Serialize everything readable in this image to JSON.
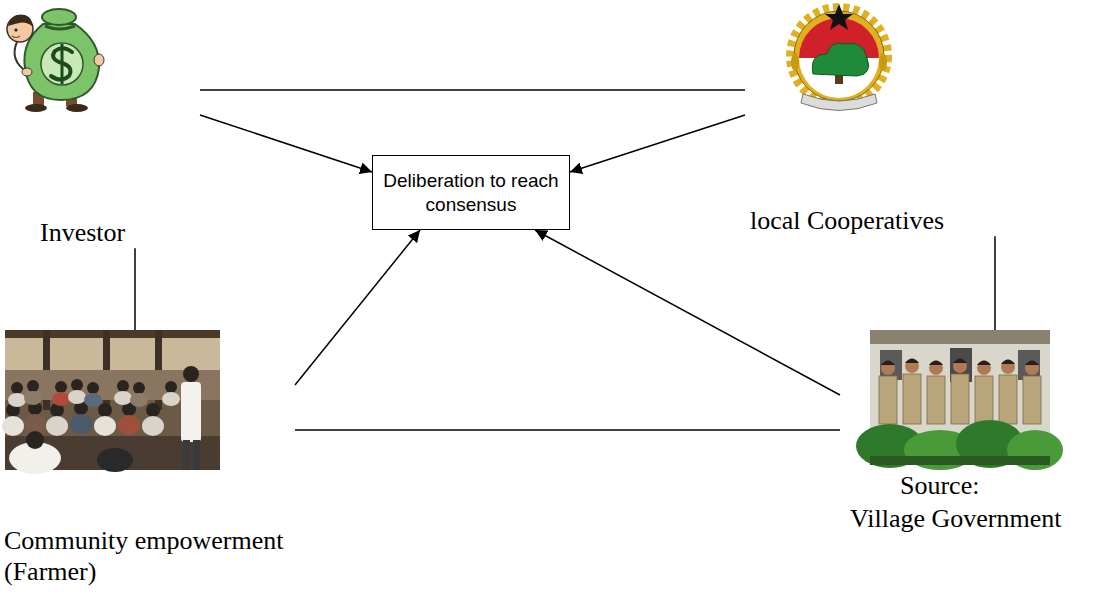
{
  "diagram": {
    "nodes": [
      {
        "text": [
          "Investor"
        ]
      },
      {
        "text": [
          "local Cooperatives"
        ]
      },
      {
        "text": [
          "Deliberation to reach consensus"
        ]
      },
      {
        "text": [
          "Community empowerment (Farmer)"
        ]
      },
      {
        "text": [
          "Village Government"
        ]
      }
    ],
    "edges": [
      {
        "from": 0,
        "to": 2,
        "arrow": "to"
      },
      {
        "from": 1,
        "to": 2,
        "arrow": "to"
      },
      {
        "from": 3,
        "to": 2,
        "arrow": "to"
      },
      {
        "from": 4,
        "to": 2,
        "arrow": "to"
      },
      {
        "from": 0,
        "to": 1,
        "arrow": "none"
      },
      {
        "from": 0,
        "to": 3,
        "arrow": "none"
      },
      {
        "from": 1,
        "to": 4,
        "arrow": "none"
      },
      {
        "from": 3,
        "to": 4,
        "arrow": "none"
      }
    ],
    "labels": [
      "Source:"
    ]
  }
}
